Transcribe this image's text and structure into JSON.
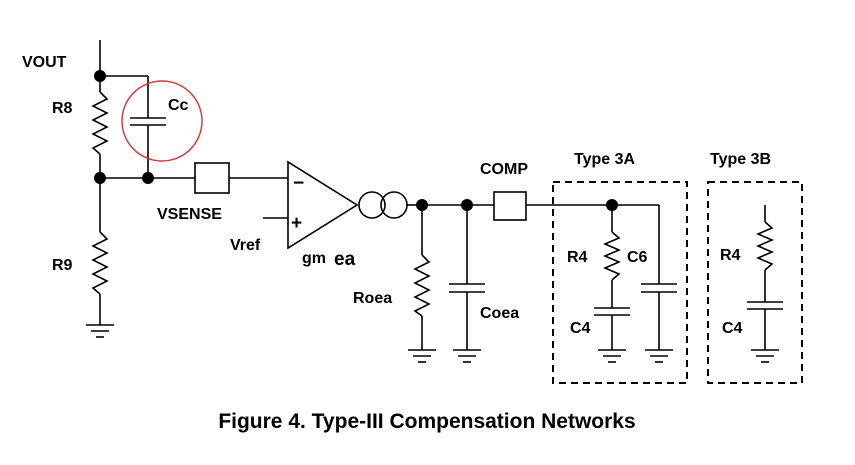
{
  "labels": {
    "vout": "VOUT",
    "r8": "R8",
    "cc": "Cc",
    "r9": "R9",
    "vsense": "VSENSE",
    "vref": "Vref",
    "gm": "gm",
    "ea": "ea",
    "minus": "−",
    "plus": "+",
    "roea": "Roea",
    "coea": "Coea",
    "comp": "COMP",
    "type3a": "Type  3A",
    "type3b": "Type  3B",
    "r4a": "R4",
    "c6": "C6",
    "c4a": "C4",
    "r4b": "R4",
    "c4b": "C4"
  },
  "caption": "Figure 4. Type-III Compensation Networks",
  "colors": {
    "highlight": "#d43c3c",
    "ink": "#000000"
  }
}
